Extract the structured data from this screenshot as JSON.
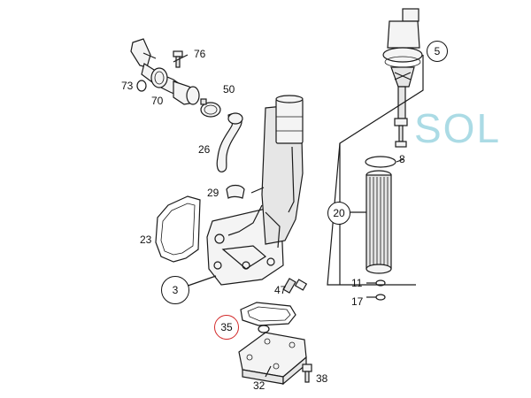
{
  "watermark": {
    "text": "SOL",
    "color": "#8fd0dd"
  },
  "parts": [
    {
      "id": "p76",
      "label": "76"
    },
    {
      "id": "p73",
      "label": "73"
    },
    {
      "id": "p70",
      "label": "70"
    },
    {
      "id": "p50",
      "label": "50"
    },
    {
      "id": "p26",
      "label": "26"
    },
    {
      "id": "p29",
      "label": "29"
    },
    {
      "id": "p23",
      "label": "23"
    },
    {
      "id": "p3",
      "label": "3"
    },
    {
      "id": "p47",
      "label": "47"
    },
    {
      "id": "p35",
      "label": "35"
    },
    {
      "id": "p32",
      "label": "32"
    },
    {
      "id": "p38",
      "label": "38"
    },
    {
      "id": "p5",
      "label": "5"
    },
    {
      "id": "p8",
      "label": "8"
    },
    {
      "id": "p20",
      "label": "20"
    },
    {
      "id": "p11",
      "label": "11"
    },
    {
      "id": "p17",
      "label": "17"
    }
  ],
  "highlight": {
    "part": "35",
    "color": "#d22a2a"
  }
}
